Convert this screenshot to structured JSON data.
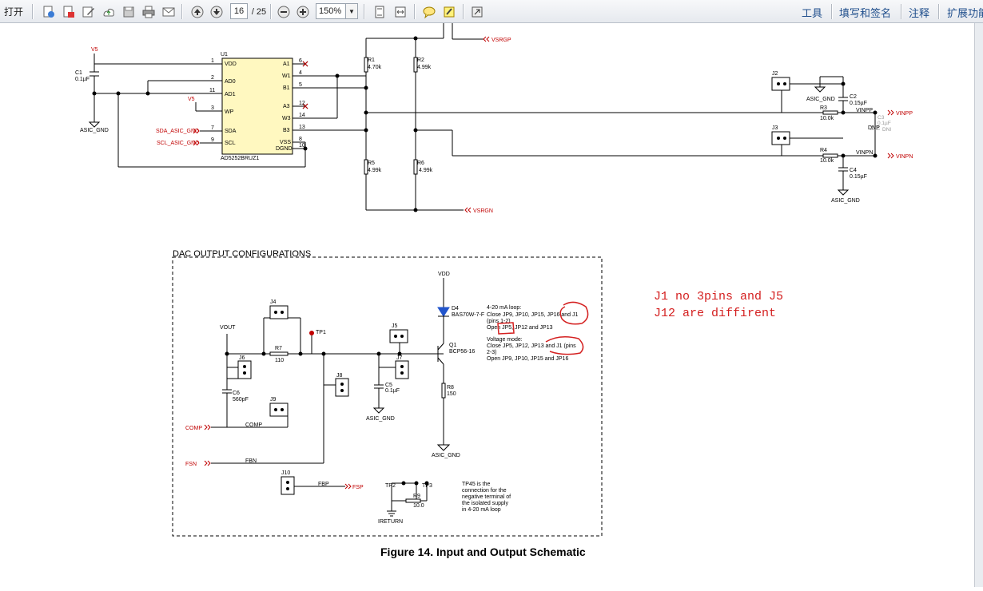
{
  "toolbar": {
    "open_label": "打开",
    "page_current": "16",
    "page_total": "/ 25",
    "zoom": "150%",
    "menu_tools": "工具",
    "menu_sign": "填写和签名",
    "menu_comment": "注释",
    "menu_extend": "扩展功能"
  },
  "icons": [
    "create-pdf-icon",
    "edit-pdf-icon",
    "edit-icon",
    "upload-icon",
    "save-icon",
    "print-icon",
    "email-icon",
    "page-up-icon",
    "page-down-icon",
    "zoom-out-icon",
    "zoom-in-icon",
    "fit-page-icon",
    "fit-width-icon",
    "comment-icon",
    "highlight-icon",
    "fullscreen-icon"
  ],
  "schematic": {
    "top": {
      "u1_ref": "U1",
      "u1_part": "AD5252BRUZ1",
      "pins_left": [
        "VDD",
        "AD0",
        "AD1",
        "WP",
        "SDA",
        "SCL"
      ],
      "pins_left_num": [
        "1",
        "2",
        "11",
        "3",
        "7",
        "9"
      ],
      "pins_right": [
        "A1",
        "W1",
        "B1",
        "A3",
        "W3",
        "B3",
        "VSS",
        "DGND"
      ],
      "pins_right_num": [
        "6",
        "4",
        "5",
        "12",
        "14",
        "13",
        "8",
        "10"
      ],
      "v5": "V5",
      "c1": "C1",
      "c1_val": "0.1µF",
      "asic_gnd": "ASIC_GND",
      "sda_net": "SDA_ASIC_GND",
      "scl_net": "SCL_ASIC_GND",
      "r1": "R1",
      "r1_val": "4.70k",
      "r2": "R2",
      "r2_val": "4.99k",
      "r5": "R5",
      "r5_val": "4.99k",
      "r6": "R6",
      "r6_val": "4.99k",
      "vsrgp": "VSRGP",
      "vsrgn": "VSRGN",
      "j2": "J2",
      "j3": "J3",
      "c2": "C2",
      "c2_val": "0.15µF",
      "r3": "R3",
      "r3_val": "10.0k",
      "r4": "R4",
      "r4_val": "10.0k",
      "c4": "C4",
      "c4_val": "0.15µF",
      "c3": "C3",
      "c3_val": "0.1µF",
      "dnp": "DNP",
      "dni": "DNI",
      "vinpp": "VINPP",
      "vinpn": "VINPN"
    },
    "dac": {
      "title": "DAC OUTPUT CONFIGURATIONS",
      "vout": "VOUT",
      "vdd": "VDD",
      "j4": "J4",
      "j5": "J5",
      "j6": "J6",
      "j7": "J7",
      "j8": "J8",
      "j9": "J9",
      "j10": "J10",
      "r7": "R7",
      "r7_val": "110",
      "tp1": "TP1",
      "tp2": "TP2",
      "tp3": "TP3",
      "c5": "C5",
      "c5_val": "0.1µF",
      "c6": "C6",
      "c6_val": "560pF",
      "d4": "D4",
      "d4_part": "BAS70W-7-F",
      "q1": "Q1",
      "q1_part": "BCP56-16",
      "r8": "R8",
      "r8_val": "150",
      "r9": "R9",
      "r9_val": "10.0",
      "asic_gnd": "ASIC_GND",
      "comp": "COMP",
      "fbn": "FBN",
      "fsn": "FSN",
      "fbp": "FBP",
      "fsp": "FSP",
      "ireturn": "IRETURN",
      "note_loop": [
        "4-20 mA loop:",
        "Close JP9, JP10, JP15, JP16 and J1",
        "(pins 1-2)",
        "Open JP5, JP12 and JP13"
      ],
      "note_voltage": [
        "Voltage mode:",
        "Close JP5, JP12, JP13 and J1 (pins",
        "2-3)",
        "Open JP9, JP10, JP15 and JP16"
      ],
      "note_tp45": [
        "TP45 is the",
        "connection for the",
        "negative terminal of",
        "the isolated supply",
        "in 4-20 mA loop"
      ]
    },
    "caption": "Figure 14. Input and Output Schematic",
    "annotation": [
      "J1 no 3pins and J5",
      "J12 are diffirent"
    ]
  },
  "colors": {
    "ink": "#000000",
    "net_red": "#c00000",
    "annotation": "#d42020",
    "toolbar_text": "#1f4e8c"
  }
}
